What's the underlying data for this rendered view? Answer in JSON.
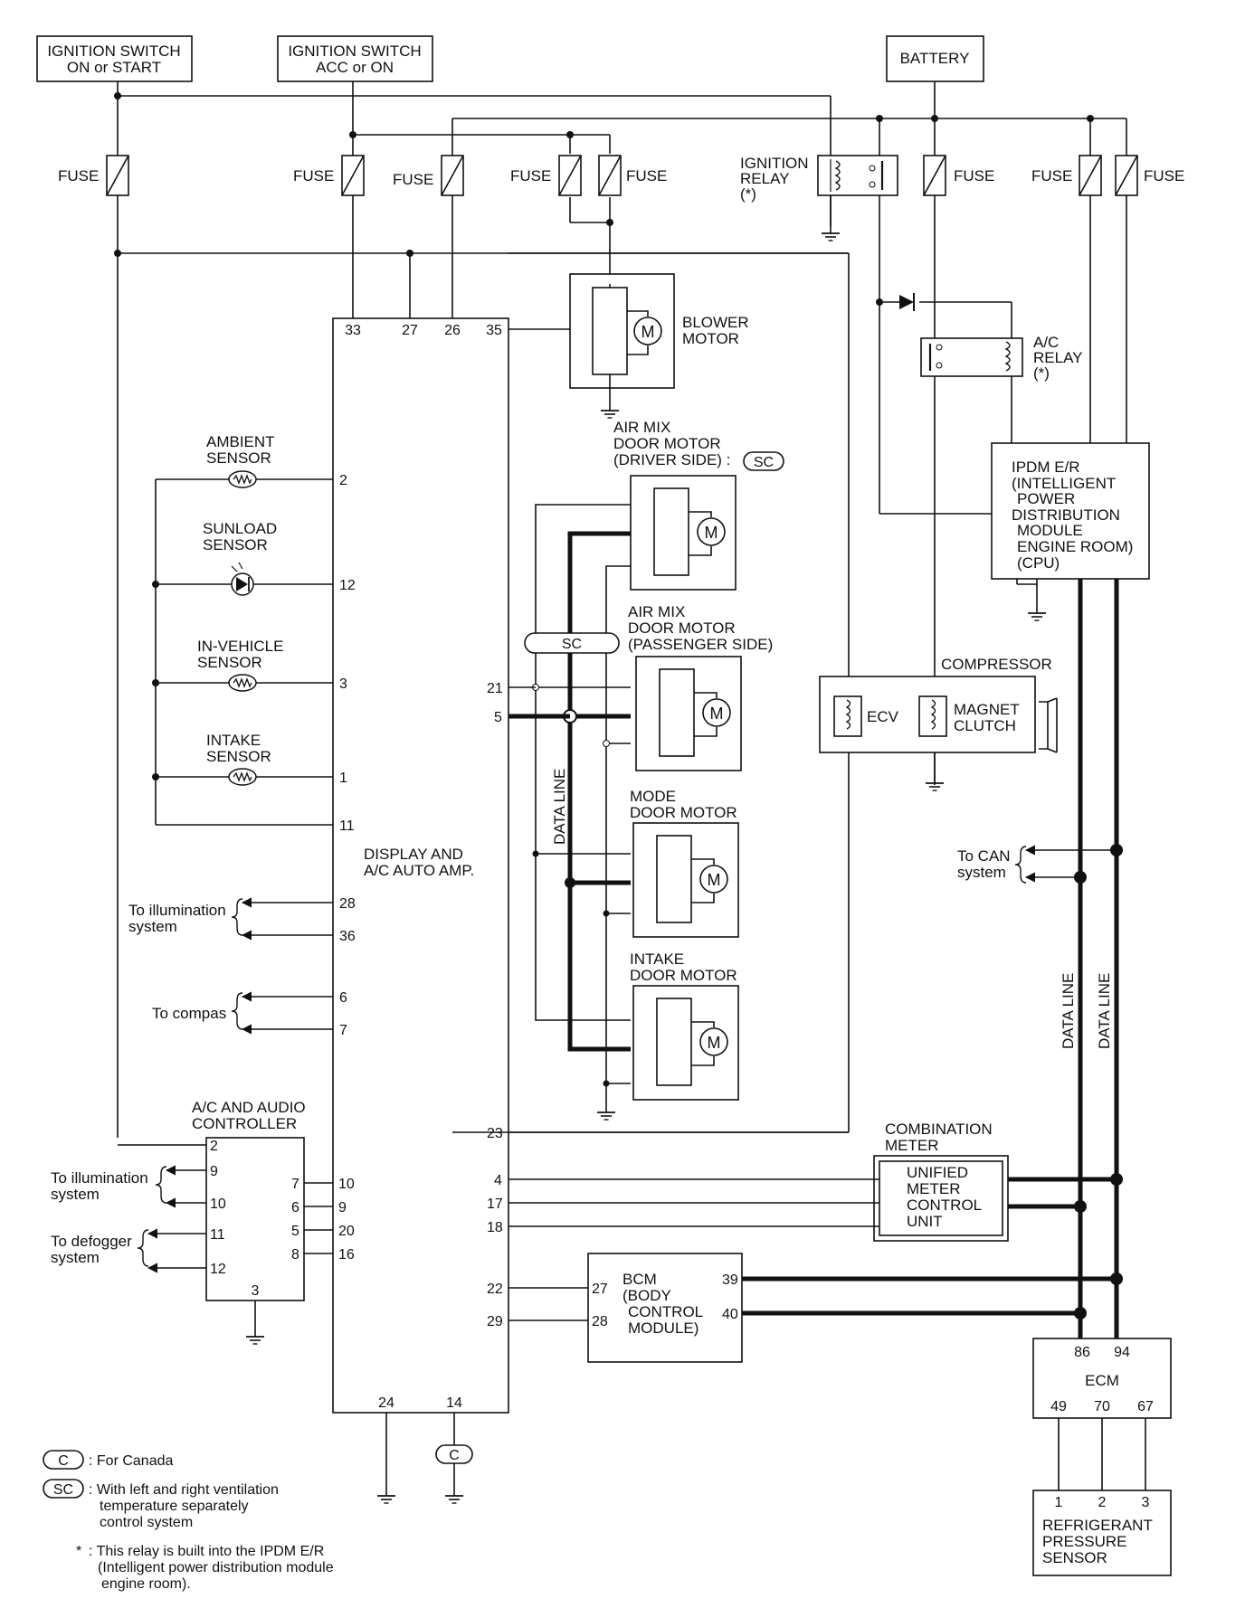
{
  "boxes": {
    "ign_on_start": [
      "IGNITION SWITCH",
      "ON or START"
    ],
    "ign_acc_on": [
      "IGNITION SWITCH",
      "ACC or ON"
    ],
    "battery": [
      "BATTERY"
    ]
  },
  "fuse_label": "FUSE",
  "ignition_relay": [
    "IGNITION",
    "RELAY",
    "(*)"
  ],
  "ac_relay": [
    "A/C",
    "RELAY",
    "(*)"
  ],
  "blower_motor": [
    "BLOWER",
    "MOTOR"
  ],
  "motor_symbol": "M",
  "ipdm": [
    "IPDM E/R",
    "(INTELLIGENT",
    "POWER",
    "DISTRIBUTION",
    "MODULE",
    "ENGINE ROOM)",
    "(CPU)"
  ],
  "amp_label": [
    "DISPLAY AND",
    "A/C AUTO AMP."
  ],
  "sensors": {
    "ambient": [
      "AMBIENT",
      "SENSOR"
    ],
    "sunload": [
      "SUNLOAD",
      "SENSOR"
    ],
    "invehicle": [
      "IN-VEHICLE",
      "SENSOR"
    ],
    "intake": [
      "INTAKE",
      "SENSOR"
    ]
  },
  "door_motors": {
    "air_mix_driver": [
      "AIR MIX",
      "DOOR MOTOR",
      "(DRIVER SIDE) :"
    ],
    "air_mix_passenger": [
      "AIR MIX",
      "DOOR MOTOR",
      "(PASSENGER SIDE)"
    ],
    "mode": [
      "MODE",
      "DOOR MOTOR"
    ],
    "intake": [
      "INTAKE",
      "DOOR MOTOR"
    ]
  },
  "sc_tag": "SC",
  "c_tag": "C",
  "data_line": "DATA LINE",
  "compressor": {
    "title": "COMPRESSOR",
    "ecv": "ECV",
    "magnet_clutch": [
      "MAGNET",
      "CLUTCH"
    ]
  },
  "to_can": [
    "To CAN",
    "system"
  ],
  "to_illumination": [
    "To illumination",
    "system"
  ],
  "to_compas": "To compas",
  "to_defogger": [
    "To defogger",
    "system"
  ],
  "ac_audio": [
    "A/C AND AUDIO",
    "CONTROLLER"
  ],
  "combination_meter": {
    "title": [
      "COMBINATION",
      "METER"
    ],
    "unit": [
      "UNIFIED",
      "METER",
      "CONTROL",
      "UNIT"
    ]
  },
  "bcm": [
    "BCM",
    "(BODY",
    "CONTROL",
    "MODULE)"
  ],
  "ecm": "ECM",
  "refrigerant_sensor": [
    "REFRIGERANT",
    "PRESSURE",
    "SENSOR"
  ],
  "pins": {
    "amp_top": [
      "33",
      "27",
      "26",
      "35"
    ],
    "amp_sensors": [
      "2",
      "12",
      "3",
      "1",
      "11"
    ],
    "amp_illum": [
      "28",
      "36"
    ],
    "amp_compas": [
      "6",
      "7"
    ],
    "amp_ctrl": [
      "10",
      "9",
      "20",
      "16"
    ],
    "amp_right": [
      "21",
      "5",
      "23",
      "4",
      "17",
      "18",
      "22",
      "29"
    ],
    "amp_bottom": [
      "24",
      "14"
    ],
    "ctrl_left": [
      "2",
      "9",
      "10",
      "11",
      "12"
    ],
    "ctrl_right": [
      "7",
      "6",
      "5",
      "8"
    ],
    "ctrl_bottom": "3",
    "bcm_left": [
      "27",
      "28"
    ],
    "bcm_right": [
      "39",
      "40"
    ],
    "ecm_top": [
      "86",
      "94"
    ],
    "ecm_bottom": [
      "49",
      "70",
      "67"
    ],
    "sensor_pins": [
      "1",
      "2",
      "3"
    ]
  },
  "legend": {
    "c_text": ": For Canada",
    "sc_text": [
      ": With left and right ventilation",
      "temperature separately",
      "control system"
    ],
    "star_mark": "*",
    "star_text": [
      ": This relay is built into the IPDM E/R",
      "(Intelligent power distribution module",
      "engine room)."
    ]
  },
  "colors": {
    "line": "#111111",
    "background": "#ffffff"
  }
}
